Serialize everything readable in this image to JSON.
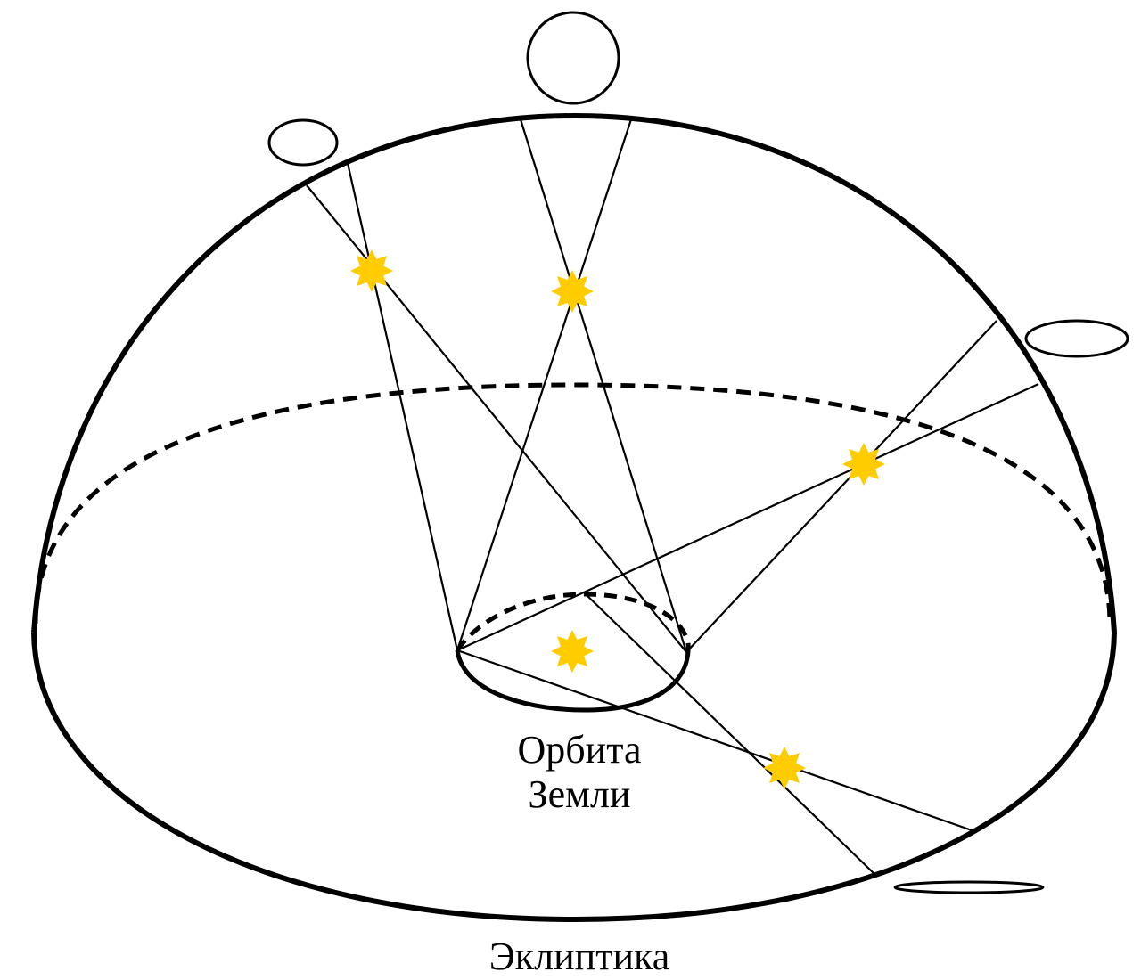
{
  "labels": {
    "orbit_line1": "Орбита",
    "orbit_line2": "Земли",
    "ecliptic": "Эклиптика"
  },
  "colors": {
    "stroke": "#000000",
    "star": "#FFCC00",
    "background": "#ffffff"
  }
}
